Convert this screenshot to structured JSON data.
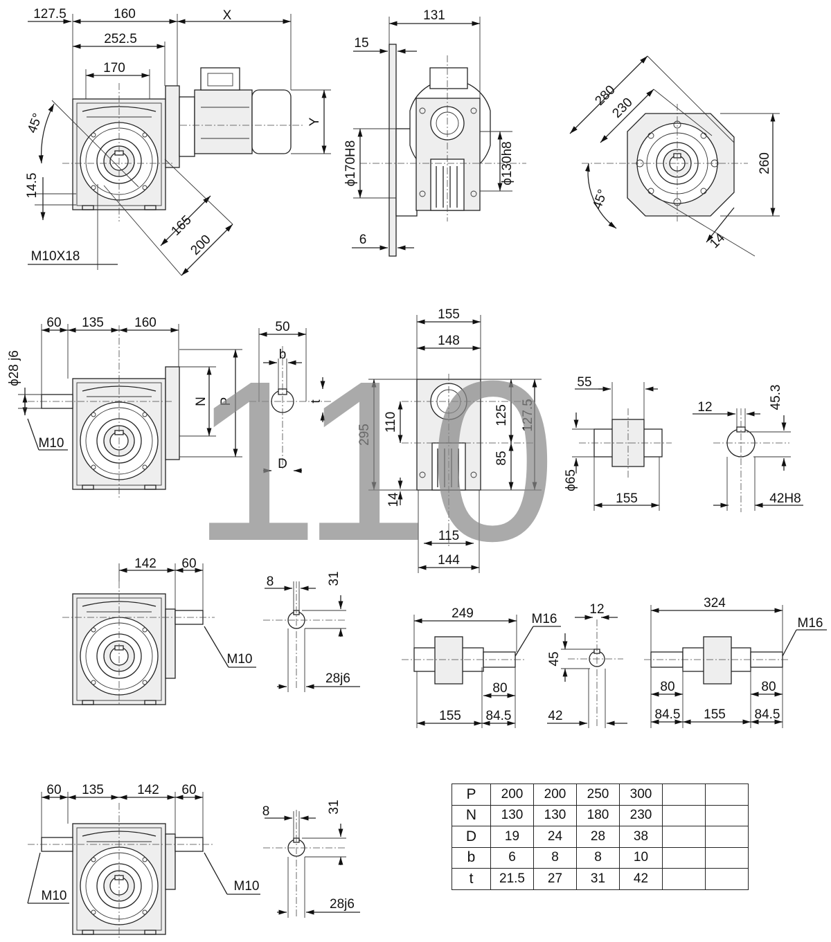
{
  "watermark": "110",
  "view1": {
    "dims": [
      "127.5",
      "160",
      "X",
      "252.5",
      "170",
      "45°",
      "14.5",
      "M10X18",
      "165",
      "200",
      "Y"
    ]
  },
  "view2": {
    "dims": [
      "131",
      "15",
      "ϕ170H8",
      "ϕ130h8",
      "6"
    ]
  },
  "view3": {
    "dims": [
      "280",
      "230",
      "260",
      "45°",
      "14"
    ]
  },
  "view4": {
    "dims": [
      "60",
      "135",
      "160",
      "ϕ28 j6",
      "M10",
      "N",
      "P"
    ]
  },
  "view5": {
    "dims": [
      "50",
      "b",
      "t",
      "D"
    ]
  },
  "view6": {
    "dims": [
      "155",
      "148",
      "295",
      "110",
      "125",
      "127.5",
      "85",
      "14",
      "115",
      "144"
    ]
  },
  "view7": {
    "dims": [
      "55",
      "ϕ65",
      "155"
    ]
  },
  "view8": {
    "dims": [
      "12",
      "45.3",
      "42H8"
    ]
  },
  "view9": {
    "dims": [
      "142",
      "60",
      "M10"
    ]
  },
  "view10": {
    "dims": [
      "8",
      "31",
      "28j6"
    ]
  },
  "view11": {
    "dims": [
      "249",
      "M16",
      "80",
      "155",
      "84.5"
    ]
  },
  "view12": {
    "dims": [
      "12",
      "45",
      "42"
    ]
  },
  "view13": {
    "dims": [
      "324",
      "M16",
      "80",
      "80",
      "84.5",
      "155",
      "84.5"
    ]
  },
  "view14": {
    "dims": [
      "60",
      "135",
      "142",
      "60",
      "M10",
      "M10"
    ]
  },
  "view15": {
    "dims": [
      "8",
      "31",
      "28j6"
    ]
  },
  "spec_table": {
    "rows": [
      {
        "label": "P",
        "values": [
          "200",
          "200",
          "250",
          "300",
          "",
          ""
        ]
      },
      {
        "label": "N",
        "values": [
          "130",
          "130",
          "180",
          "230",
          "",
          ""
        ]
      },
      {
        "label": "D",
        "values": [
          "19",
          "24",
          "28",
          "38",
          "",
          ""
        ]
      },
      {
        "label": "b",
        "values": [
          "6",
          "8",
          "8",
          "10",
          "",
          ""
        ]
      },
      {
        "label": "t",
        "values": [
          "21.5",
          "27",
          "31",
          "42",
          "",
          ""
        ]
      }
    ]
  }
}
